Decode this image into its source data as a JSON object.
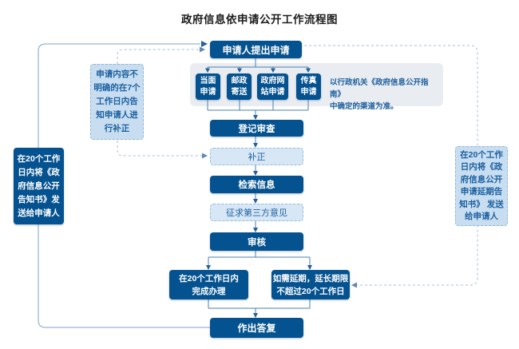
{
  "title": "政府信息依申请公开工作流程图",
  "colors": {
    "dark_blue": "#04528f",
    "light_blue": "#d8e7f5",
    "side_light_blue": "#c8def0",
    "panel_gray": "#e9edf1",
    "line_blue": "#4b7fb0",
    "dashed_line": "#a9bfd6",
    "note_text": "#1c5d9d"
  },
  "nodes": {
    "start": "申请人提出申请",
    "channel_inperson": "当面\n申请",
    "channel_mail": "邮政\n寄送",
    "channel_website": "政府网\n站申请",
    "channel_fax": "传真\n申请",
    "channel_note": "以行政机关《政府信息公开指南》\n中确定的渠道为准。",
    "correction_notice": "申请内容不\n明确的在7个\n工作日内告\n知申请人进\n行补正",
    "disclosure_notice": "在20个工作\n日内将《政\n府信息公开\n告知书》发\n送给申请人",
    "extension_notice": "在20个工作\n日内将《政\n府信息公开\n申请延期告\n知书》 发送\n给申请人",
    "register": "登记审查",
    "correction": "补正",
    "search": "检索信息",
    "third_party": "征求第三方意见",
    "review": "审核",
    "complete": "在20个工作日内\n完成办理",
    "extension": "如需延期，延长期限\n不超过20个工作日",
    "reply": "作出答复"
  }
}
